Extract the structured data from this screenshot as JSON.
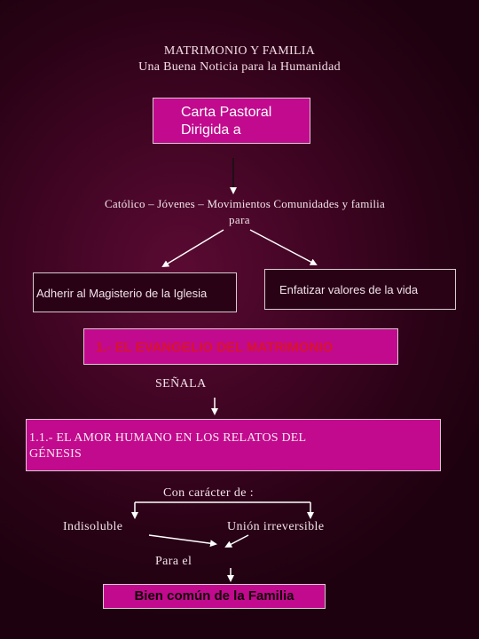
{
  "title": {
    "line1": "MATRIMONIO Y FAMILIA",
    "line2": "Una  Buena Noticia para la Humanidad"
  },
  "carta_box": {
    "line1": "Carta Pastoral",
    "line2": "Dirigida a"
  },
  "audience": {
    "line1": "Católico – Jóvenes – Movimientos Comunidades y familia",
    "line2": "para"
  },
  "left_purpose": "Adherir al Magisterio de la Iglesia",
  "right_purpose": "Enfatizar valores de la vida",
  "section_heading": "1.- EL EVANGELIO DEL  MATRIMONIO",
  "senala_label": "SEÑALA",
  "subsection": {
    "line1": "1.1.- EL AMOR  HUMANO EN LOS RELATOS DEL",
    "line2": "GÉNESIS"
  },
  "caracter_label": "Con carácter de :",
  "left_trait": "Indisoluble",
  "right_trait": "Unión irreversible",
  "para_el_label": "Para el",
  "final_box": "Bien común de la Familia",
  "colors": {
    "background": "#420524",
    "box_magenta": "#c20a8e",
    "box_border": "#d8c9d2",
    "heading_red": "#d8142c"
  }
}
